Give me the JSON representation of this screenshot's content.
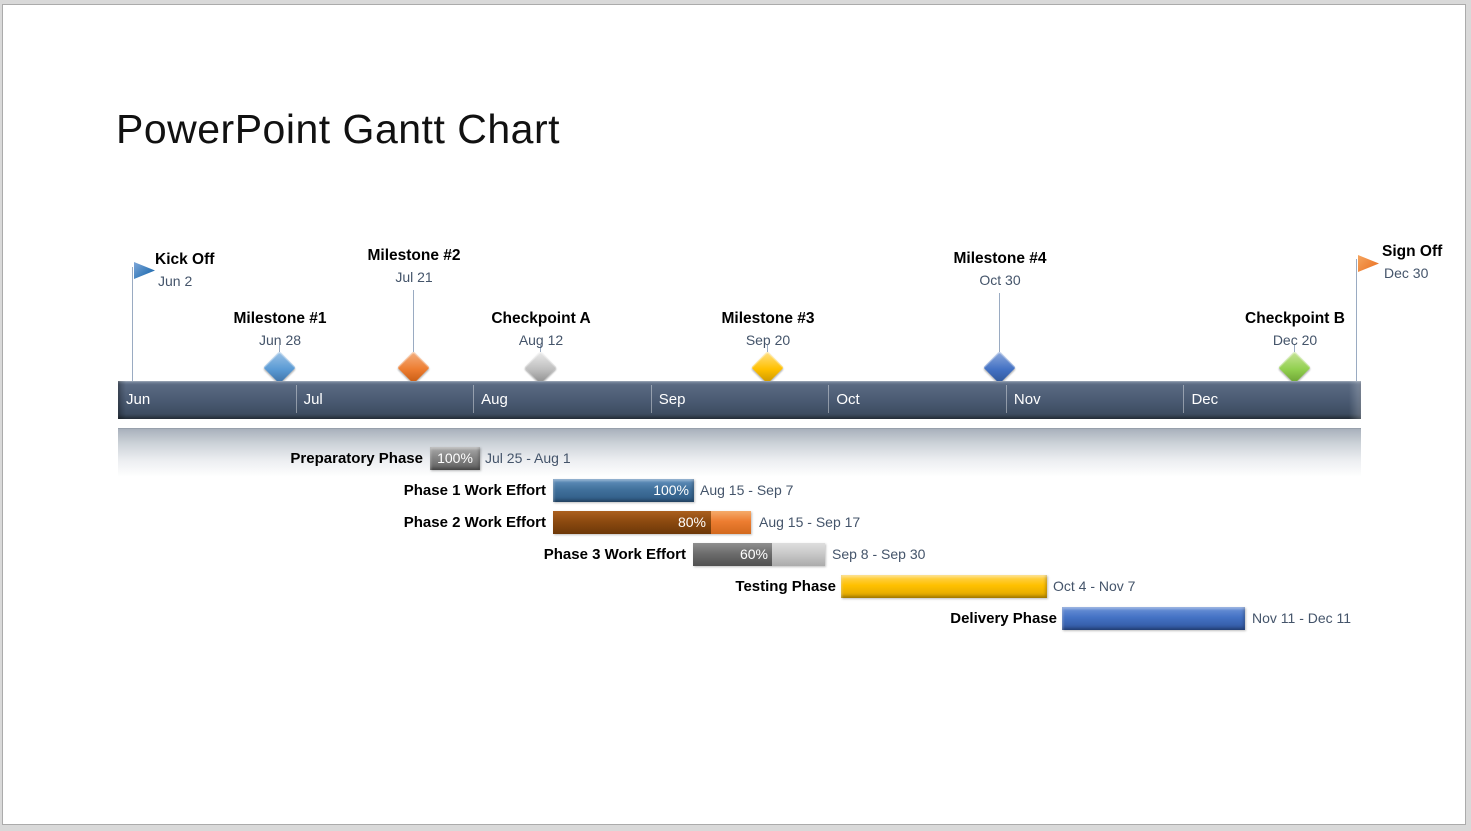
{
  "title": "PowerPoint Gantt Chart",
  "chart_data": {
    "type": "bar",
    "subtype": "gantt-timeline",
    "title": "PowerPoint Gantt Chart",
    "axis": {
      "unit": "month",
      "range": [
        "Jun",
        "Dec"
      ],
      "orientation": "horizontal"
    },
    "months": [
      "Jun",
      "Jul",
      "Aug",
      "Sep",
      "Oct",
      "Nov",
      "Dec"
    ],
    "milestones": [
      {
        "name": "Kick Off",
        "date": "Jun 2",
        "marker": "flag",
        "color": "#2e75b6"
      },
      {
        "name": "Milestone #1",
        "date": "Jun 28",
        "marker": "diamond",
        "color": "#5b9bd5"
      },
      {
        "name": "Milestone #2",
        "date": "Jul 21",
        "marker": "diamond",
        "color": "#ed7d31"
      },
      {
        "name": "Checkpoint A",
        "date": "Aug 12",
        "marker": "diamond",
        "color": "#bfbfbf"
      },
      {
        "name": "Milestone #3",
        "date": "Sep 20",
        "marker": "diamond",
        "color": "#ffc000"
      },
      {
        "name": "Milestone #4",
        "date": "Oct 30",
        "marker": "diamond",
        "color": "#4472c4"
      },
      {
        "name": "Checkpoint B",
        "date": "Dec 20",
        "marker": "diamond",
        "color": "#92d050"
      },
      {
        "name": "Sign Off",
        "date": "Dec 30",
        "marker": "flag",
        "color": "#ed7d31"
      }
    ],
    "tasks": [
      {
        "label": "Preparatory Phase",
        "percent": 100,
        "percent_label": "100%",
        "date_range": "Jul 25 - Aug 1",
        "color": "#7f7f7f"
      },
      {
        "label": "Phase 1 Work Effort",
        "percent": 100,
        "percent_label": "100%",
        "date_range": "Aug 15 - Sep 7",
        "color": "#41719c"
      },
      {
        "label": "Phase 2 Work Effort",
        "percent": 80,
        "percent_label": "80%",
        "date_range": "Aug 15 - Sep 17",
        "color": "#8c4a10",
        "remaining_color": "#ed7d31"
      },
      {
        "label": "Phase 3 Work Effort",
        "percent": 60,
        "percent_label": "60%",
        "date_range": "Sep 8 - Sep 30",
        "color": "#696969",
        "remaining_color": "#c9c9c9"
      },
      {
        "label": "Testing Phase",
        "percent": null,
        "percent_label": "",
        "date_range": "Oct 4 - Nov 7",
        "color": "#ffc000"
      },
      {
        "label": "Delivery Phase",
        "percent": null,
        "percent_label": "",
        "date_range": "Nov 11 - Dec 11",
        "color": "#4472c4"
      }
    ],
    "timeline_bar_color": "#4b5b73",
    "date_text_color": "#44546a"
  }
}
